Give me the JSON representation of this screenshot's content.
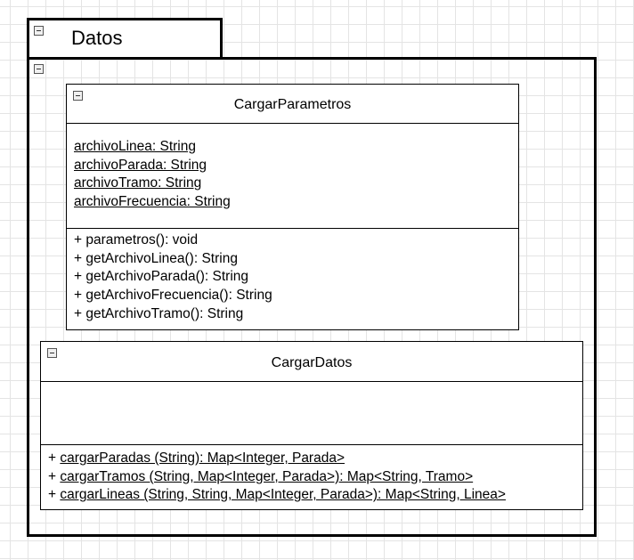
{
  "package": {
    "name": "Datos"
  },
  "classes": {
    "cargar_parametros": {
      "name": "CargarParametros",
      "attributes": [
        "archivoLinea: String",
        "archivoParada: String",
        "archivoTramo: String",
        "archivoFrecuencia: String"
      ],
      "operations": [
        "+ parametros(): void",
        "+ getArchivoLinea(): String",
        "+ getArchivoParada(): String",
        "+ getArchivoFrecuencia(): String",
        "+ getArchivoTramo(): String"
      ]
    },
    "cargar_datos": {
      "name": "CargarDatos",
      "attributes": [],
      "operations": [
        {
          "visibility": "+ ",
          "signature": "cargarParadas (String):  Map<Integer, Parada>"
        },
        {
          "visibility": "+ ",
          "signature": "cargarTramos  (String, Map<Integer, Parada>):  Map<String, Tramo>"
        },
        {
          "visibility": "+ ",
          "signature": "cargarLineas  (String, String, Map<Integer, Parada>):  Map<String, Linea>"
        }
      ]
    }
  }
}
